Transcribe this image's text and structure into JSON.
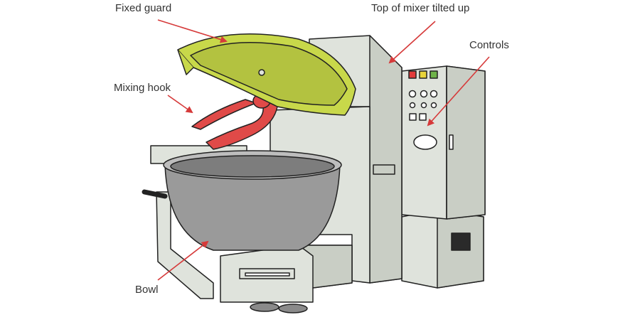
{
  "labels": {
    "fixed_guard": "Fixed guard",
    "top_tilted": "Top of mixer tilted up",
    "controls": "Controls",
    "mixing_hook": "Mixing hook",
    "bowl": "Bowl"
  },
  "colors": {
    "machine_body": "#dfe3dc",
    "machine_shade": "#c9cec5",
    "outline": "#222222",
    "guard": "#c8d84a",
    "guard_inner": "#b3c240",
    "hook": "#e04a48",
    "bowl": "#9a9a9a",
    "bowl_dark": "#7d7d7d",
    "arrow": "#d63a3a",
    "button_red": "#e23b3b",
    "button_yellow": "#e8d43a",
    "button_green": "#6fb44a"
  }
}
